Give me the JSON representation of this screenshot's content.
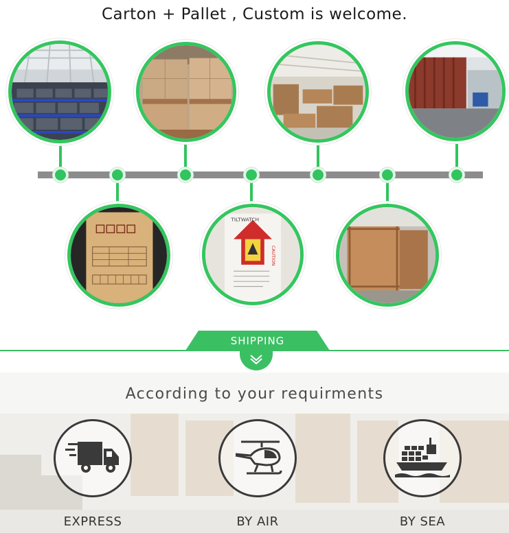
{
  "header": {
    "title": "Carton + Pallet , Custom is welcome."
  },
  "gallery": {
    "top_photos": [
      {
        "name": "factory-production-line"
      },
      {
        "name": "carton-pallet-stack"
      },
      {
        "name": "warehouse-boxes"
      },
      {
        "name": "container-loading"
      }
    ],
    "bottom_photos": [
      {
        "name": "carton-label"
      },
      {
        "name": "tiltwatch-indicator-label",
        "label_text": "TILTWATCH",
        "caution_text": "CAUTION"
      },
      {
        "name": "wooden-crate"
      }
    ]
  },
  "shipping": {
    "tab_label": "SHIPPING"
  },
  "methods": {
    "subtitle": "According to your requirments",
    "items": [
      {
        "label": "EXPRESS",
        "icon": "truck-icon"
      },
      {
        "label": "BY AIR",
        "icon": "helicopter-icon"
      },
      {
        "label": "BY SEA",
        "icon": "ship-icon"
      }
    ]
  },
  "colors": {
    "accent": "#34c65f",
    "timeline": "#8c8c8c",
    "text": "#1a1a1a"
  }
}
